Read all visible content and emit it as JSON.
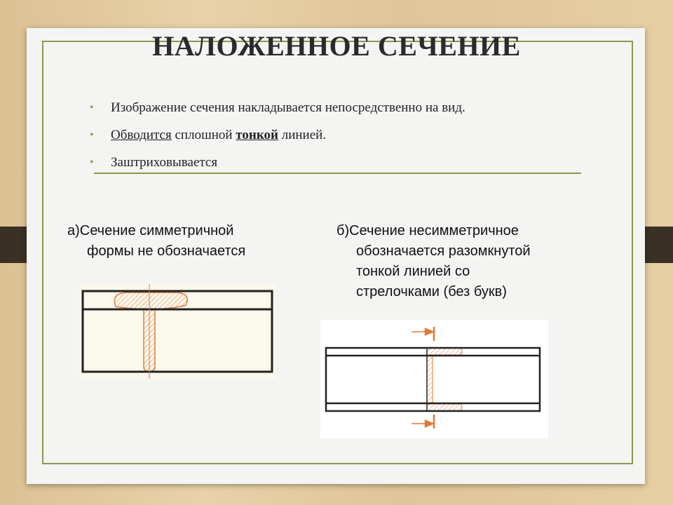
{
  "title": "НАЛОЖЕННОЕ СЕЧЕНИЕ",
  "bullets": {
    "b1": "Изображение сечения накладывается непосредственно на вид.",
    "b2_a": "Обводится",
    "b2_b": " сплошной ",
    "b2_c": "тонкой",
    "b2_d": " линией.",
    "b3": "Заштриховывается"
  },
  "caption_a": {
    "line1": "а)Сечение симметричной",
    "line2": "формы не обозначается"
  },
  "caption_b": {
    "line1": "б)Сечение несимметричное",
    "line2": "обозначается разомкнутой",
    "line3": "тонкой линией со",
    "line4": "стрелочками (без букв)"
  },
  "colors": {
    "accent": "#8a9a4a",
    "hatch": "#e07a3a"
  }
}
